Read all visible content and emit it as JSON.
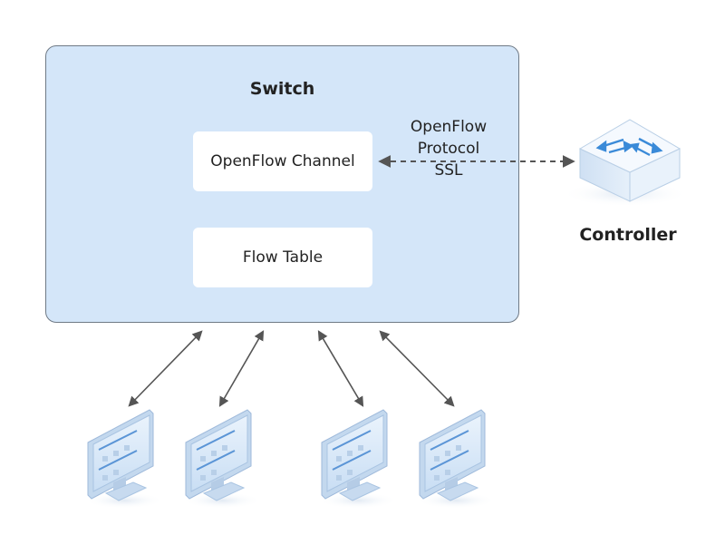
{
  "switch": {
    "title": "Switch",
    "channel_label": "OpenFlow Channel",
    "flow_table_label": "Flow Table"
  },
  "link": {
    "protocol_lines": [
      "OpenFlow",
      "Protocol",
      "SSL"
    ]
  },
  "controller": {
    "label": "Controller",
    "icon": "network-switch-icon"
  },
  "hosts": [
    {
      "icon": "computer-monitor-icon"
    },
    {
      "icon": "computer-monitor-icon"
    },
    {
      "icon": "computer-monitor-icon"
    },
    {
      "icon": "computer-monitor-icon"
    }
  ],
  "colors": {
    "switch_fill": "#d4e6f9",
    "switch_border": "#6f7a86",
    "arrow": "#555555",
    "controller_arrows": "#3a8ad8"
  }
}
